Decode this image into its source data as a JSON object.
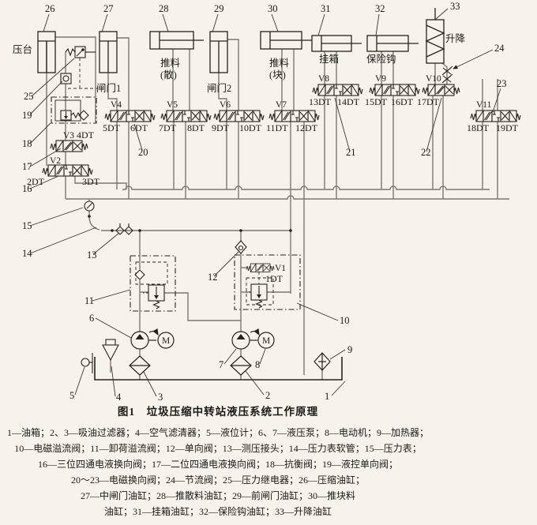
{
  "colors": {
    "paper": "#f6f3ec",
    "ink": "#26231f",
    "pipe": "#7d7870"
  },
  "figure": {
    "title": "图1　垃圾压缩中转站液压系统工作原理",
    "legend_lines": [
      "1—油箱；2、3—吸油过滤器；4—空气滤清器；5—液位计；6、7—液压泵；8—电动机；9—加热器；",
      "10—电磁溢流阀；11—卸荷溢流阀；12—单向阀；13—测压接头；14—压力表软管；15—压力表；",
      "16—三位四通电液换向阀；17—二位四通电液换向阀；18—抗衡阀；19—液控单向阀；",
      "20～23—电磁换向阀；24—节流阀；25—压力继电器；26—压缩油缸；",
      "27—中闸门油缸；28—推散料油缸；29—前闸门油缸；30—推块料",
      "油缸；31—挂箱油缸；32—保险钩油缸；33—升降油缸"
    ]
  },
  "cylinders": [
    {
      "num": "26",
      "label": "压台"
    },
    {
      "num": "27",
      "label": "闸门1"
    },
    {
      "num": "28",
      "label": "推料",
      "label2": "(散)"
    },
    {
      "num": "29",
      "label": "闸门2"
    },
    {
      "num": "30",
      "label": "推料",
      "label2": "(块)"
    },
    {
      "num": "31",
      "label": "挂箱"
    },
    {
      "num": "32",
      "label": "保险钩"
    },
    {
      "num": "33",
      "label": "升降"
    }
  ],
  "valves": [
    {
      "name": "V1",
      "dt_left": "1DT",
      "dt_right": ""
    },
    {
      "name": "V2",
      "dt_left": "2DT",
      "dt_right": "3DT"
    },
    {
      "name": "V3",
      "dt_left": "4DT",
      "dt_right": ""
    },
    {
      "name": "V4",
      "dt_left": "5DT",
      "dt_right": "6DT"
    },
    {
      "name": "V5",
      "dt_left": "7DT",
      "dt_right": "8DT"
    },
    {
      "name": "V6",
      "dt_left": "9DT",
      "dt_right": "10DT"
    },
    {
      "name": "V7",
      "dt_left": "11DT",
      "dt_right": "12DT"
    },
    {
      "name": "V8",
      "dt_left": "13DT",
      "dt_right": "14DT"
    },
    {
      "name": "V9",
      "dt_left": "15DT",
      "dt_right": "16DT"
    },
    {
      "name": "V10",
      "dt_left": "17DT",
      "dt_right": ""
    },
    {
      "name": "V11",
      "dt_left": "18DT",
      "dt_right": "19DT"
    }
  ],
  "callouts": [
    "1",
    "2",
    "3",
    "4",
    "5",
    "6",
    "7",
    "8",
    "9",
    "10",
    "11",
    "12",
    "13",
    "14",
    "15",
    "16",
    "17",
    "18",
    "19",
    "20",
    "21",
    "22",
    "23",
    "24",
    "25"
  ],
  "motor_label": "M"
}
